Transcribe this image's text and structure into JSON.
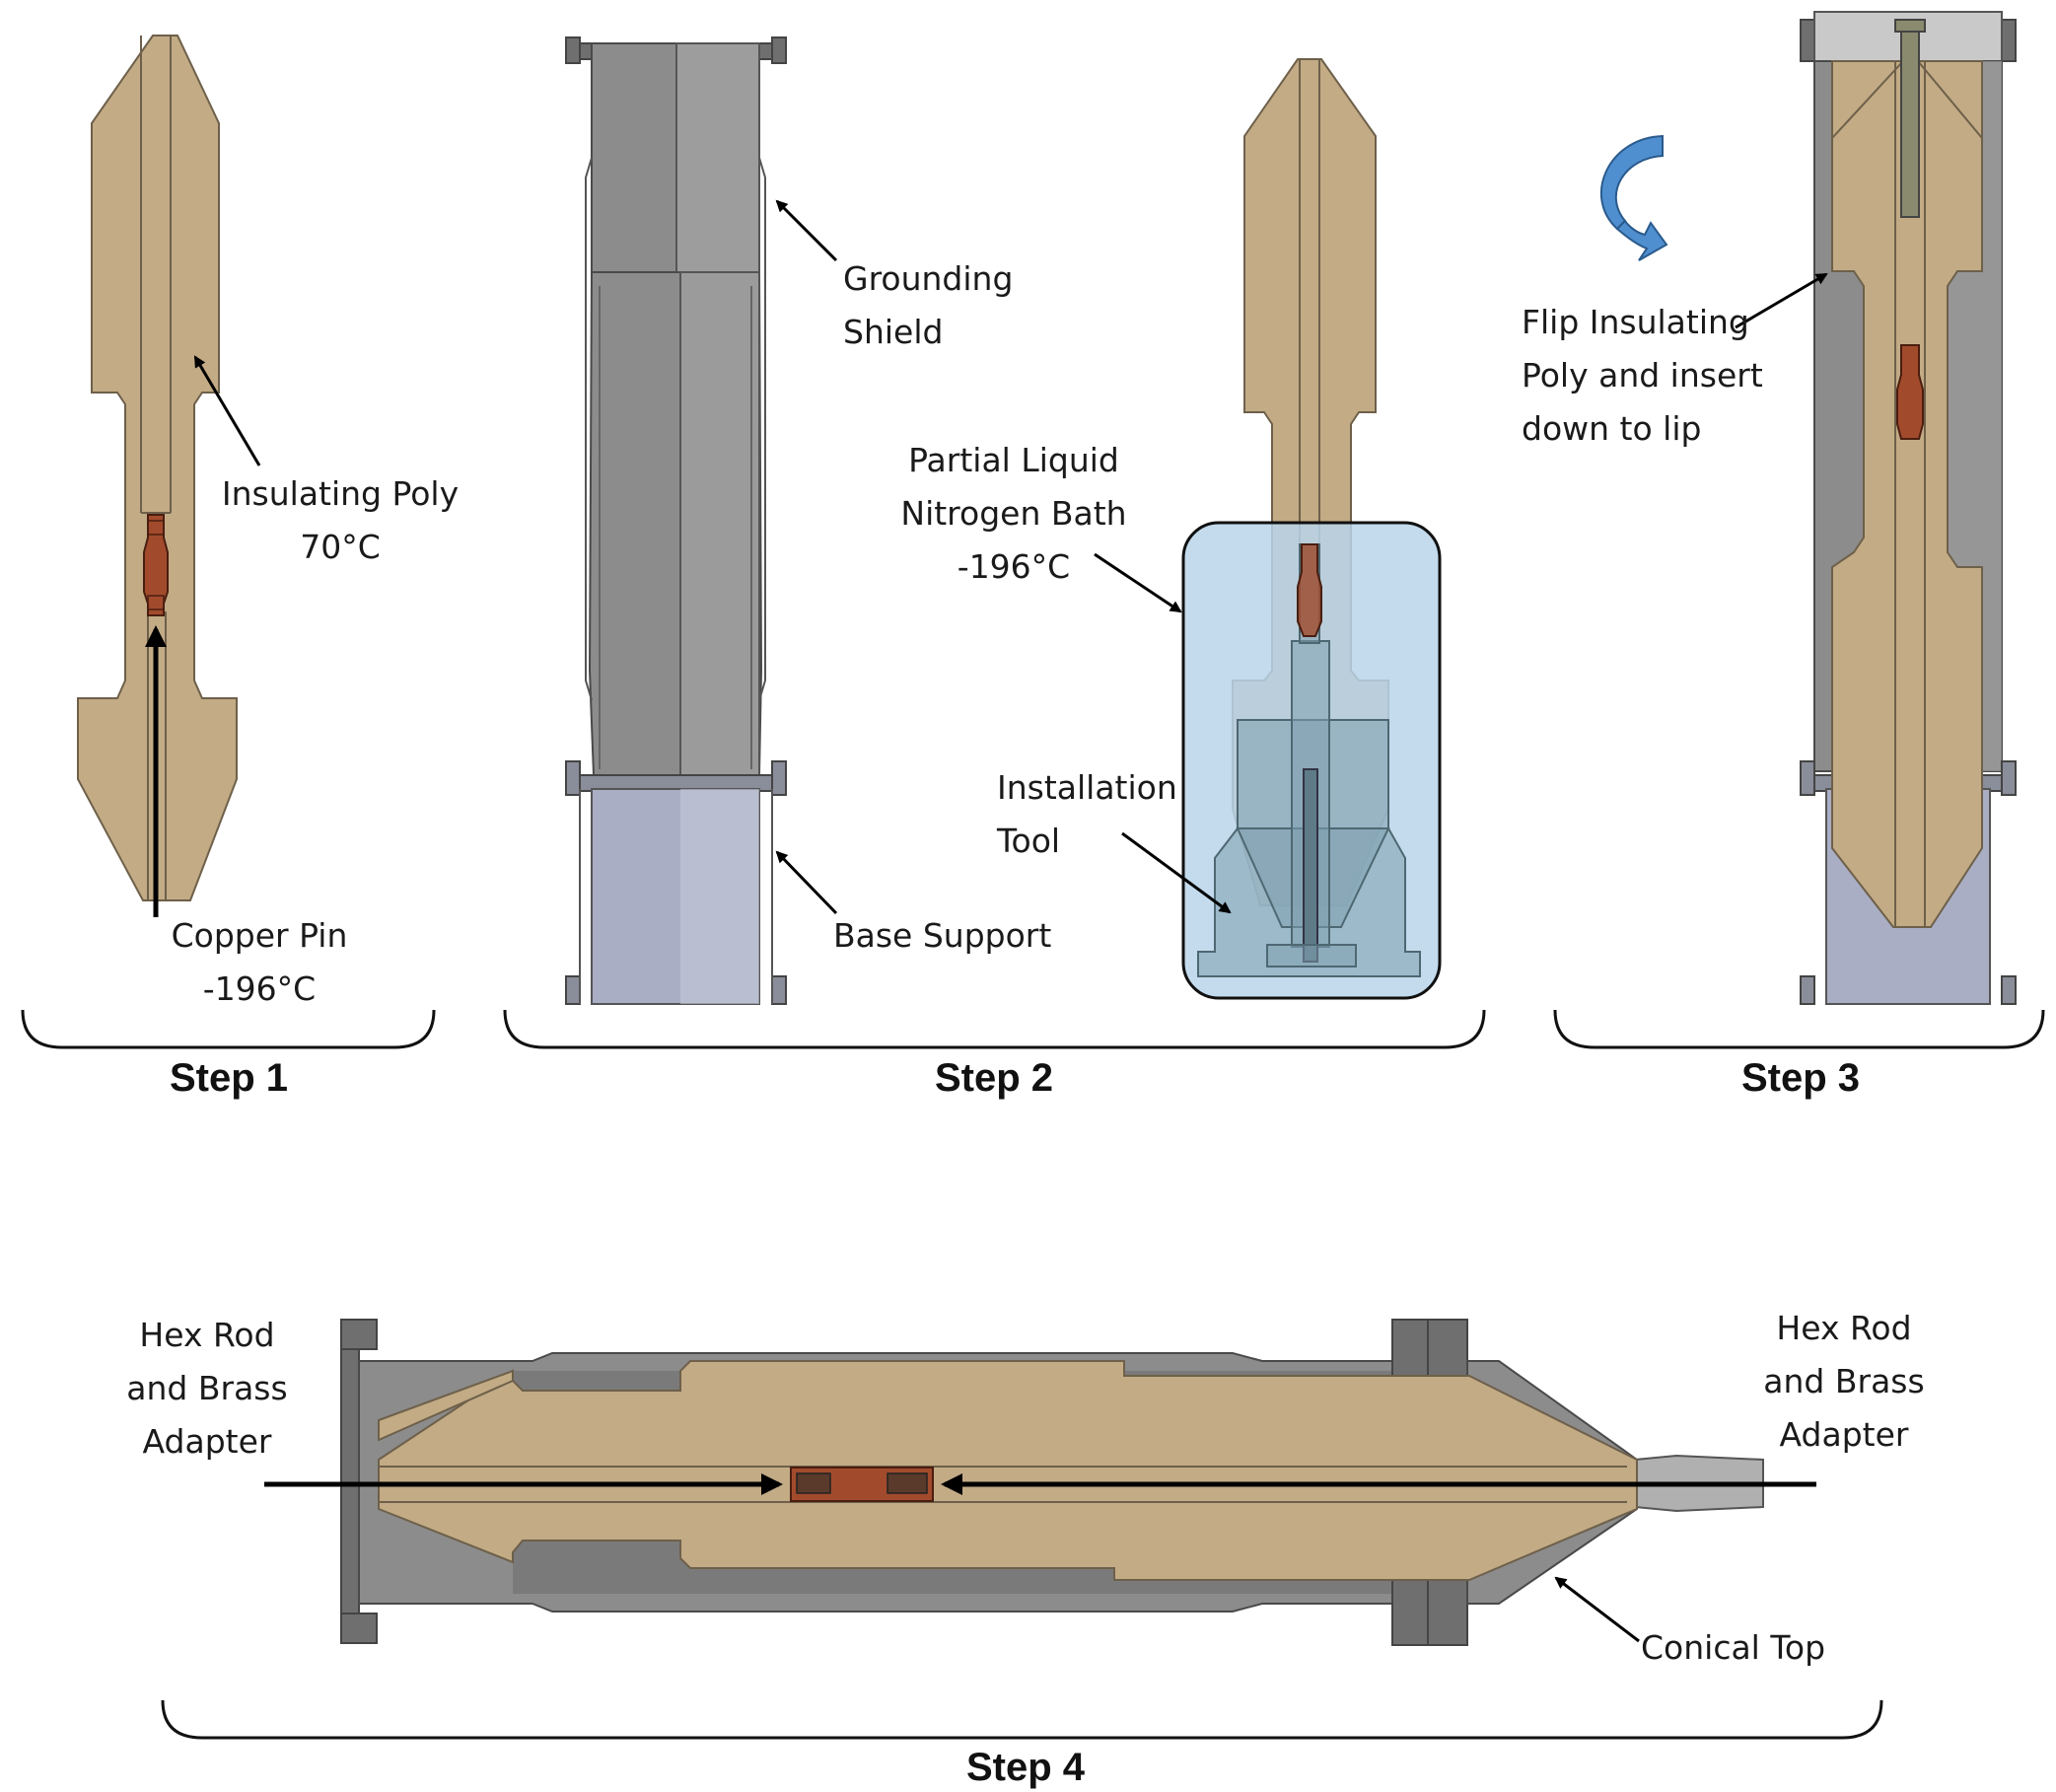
{
  "colors": {
    "insulating_poly": "#c2ab85",
    "copper_pin": "#a24b2c",
    "grounding_shield": "#8c8c8c",
    "base_support": "#a9aec4",
    "nitrogen_bath": "#b9d5ea",
    "flip_arrow": "#4f8fcf"
  },
  "steps": {
    "step1": "Step 1",
    "step2": "Step 2",
    "step3": "Step 3",
    "step4": "Step 4"
  },
  "step1": {
    "poly_label_line1": "Insulating Poly",
    "poly_label_line2": "70°C",
    "pin_label_line1": "Copper Pin",
    "pin_label_line2": "-196°C"
  },
  "step2": {
    "shield_label_line1": "Grounding",
    "shield_label_line2": "Shield",
    "base_label": "Base Support",
    "bath_label_line1": "Partial Liquid",
    "bath_label_line2": "Nitrogen Bath",
    "bath_label_line3": "-196°C",
    "tool_label_line1": "Installation",
    "tool_label_line2": "Tool"
  },
  "step3": {
    "flip_label_line1": "Flip Insulating",
    "flip_label_line2": "Poly and insert",
    "flip_label_line3": "down to lip",
    "flip_icon": "curved-arrow-icon"
  },
  "step4": {
    "left_label_line1": "Hex Rod",
    "left_label_line2": "and  Brass",
    "left_label_line3": "Adapter",
    "right_label_line1": "Hex Rod",
    "right_label_line2": "and  Brass",
    "right_label_line3": "Adapter",
    "conical_label": "Conical Top"
  }
}
